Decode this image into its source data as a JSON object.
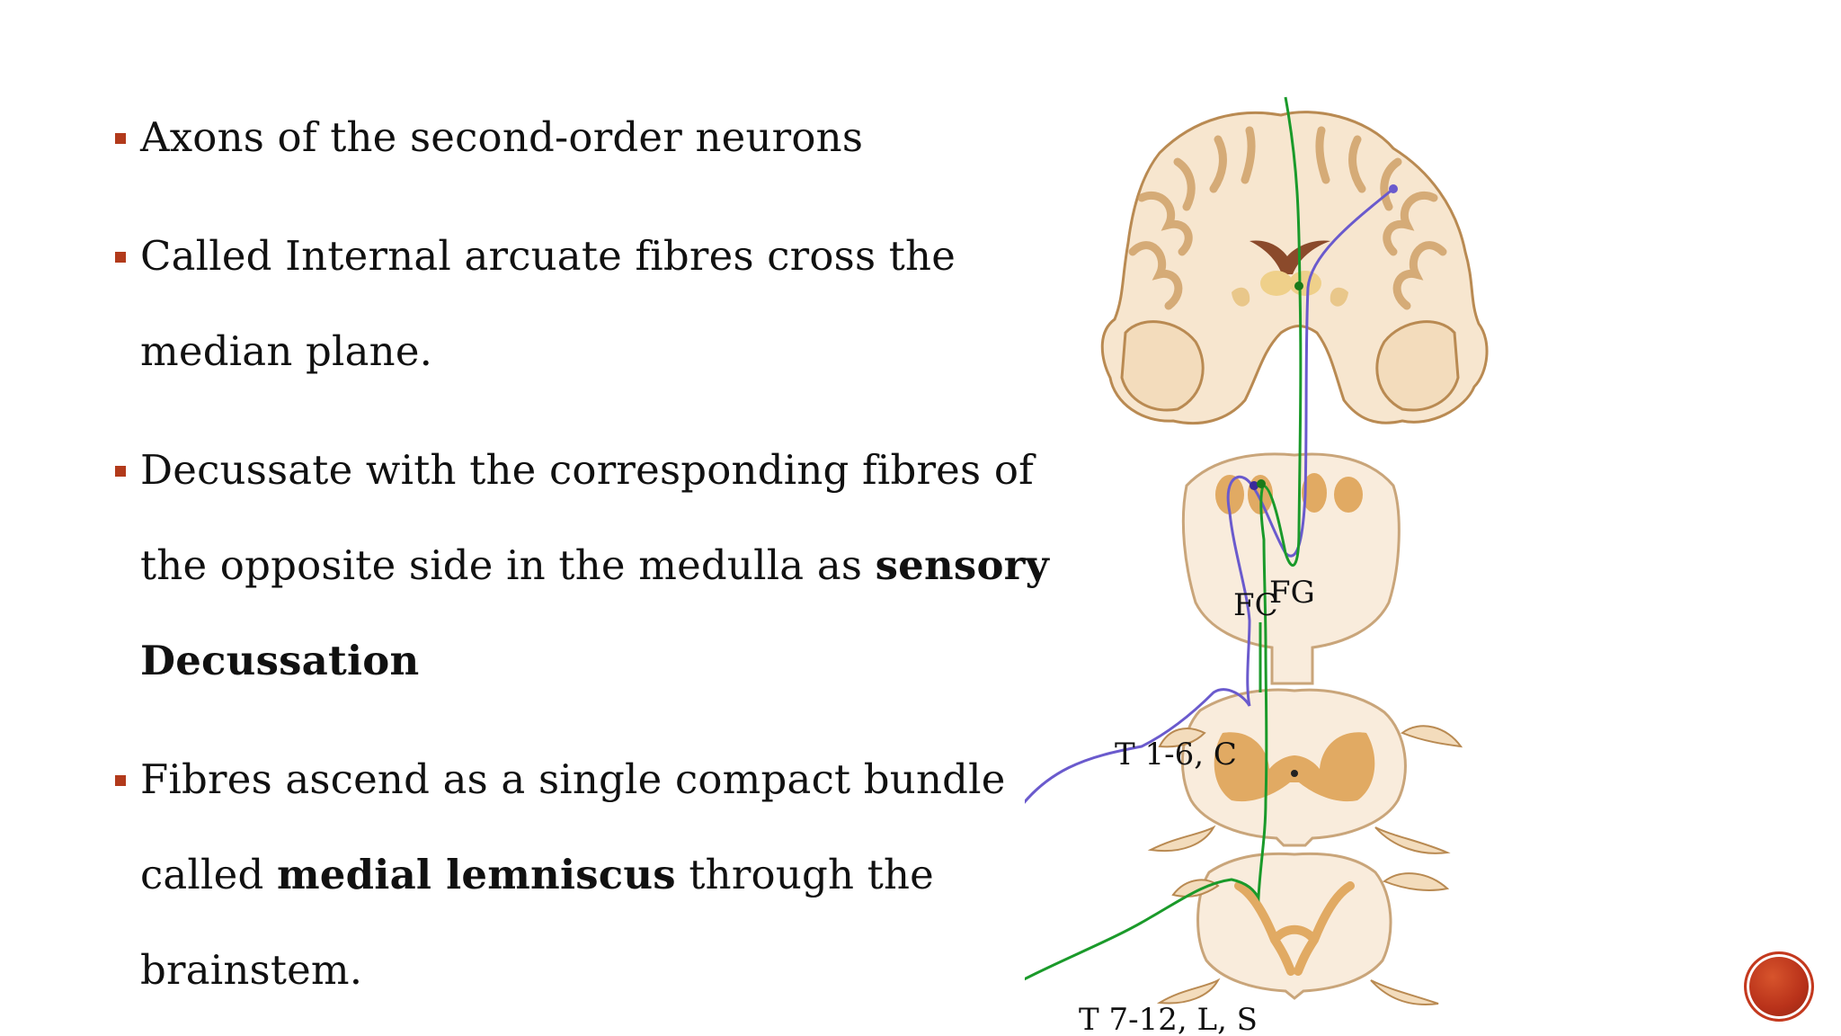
{
  "bullets": [
    {
      "pre": "Axons of the second-order neurons"
    },
    {
      "pre": "Called Internal arcuate fibres cross the",
      "line2": "median plane."
    },
    {
      "pre": "Decussate with the corresponding fibres of",
      "line2a": "the opposite side in the medulla as ",
      "bold1": "sensory",
      "bold2": "Decussation"
    },
    {
      "pre": "Fibres ascend as a single compact bundle",
      "line2a": "called ",
      "bold1": "medial lemniscus",
      "line2b": " through the",
      "line3": "brainstem."
    }
  ],
  "diagram": {
    "labels": {
      "fc": "FC",
      "fg": "FG",
      "upper_root": "T 1-6, C",
      "lower_root": "T 7-12, L, S"
    },
    "colors": {
      "brain_tissue": "#f7e6cf",
      "gray_matter": "#e1aa63",
      "outline": "#b98a52",
      "fc_pathway": "#6a5acd",
      "fg_pathway": "#1a9a2a",
      "ganglion_upper": "#2b2bd4",
      "ganglion_lower": "#1b8f1b"
    }
  },
  "accent_color": "#b23a1b"
}
